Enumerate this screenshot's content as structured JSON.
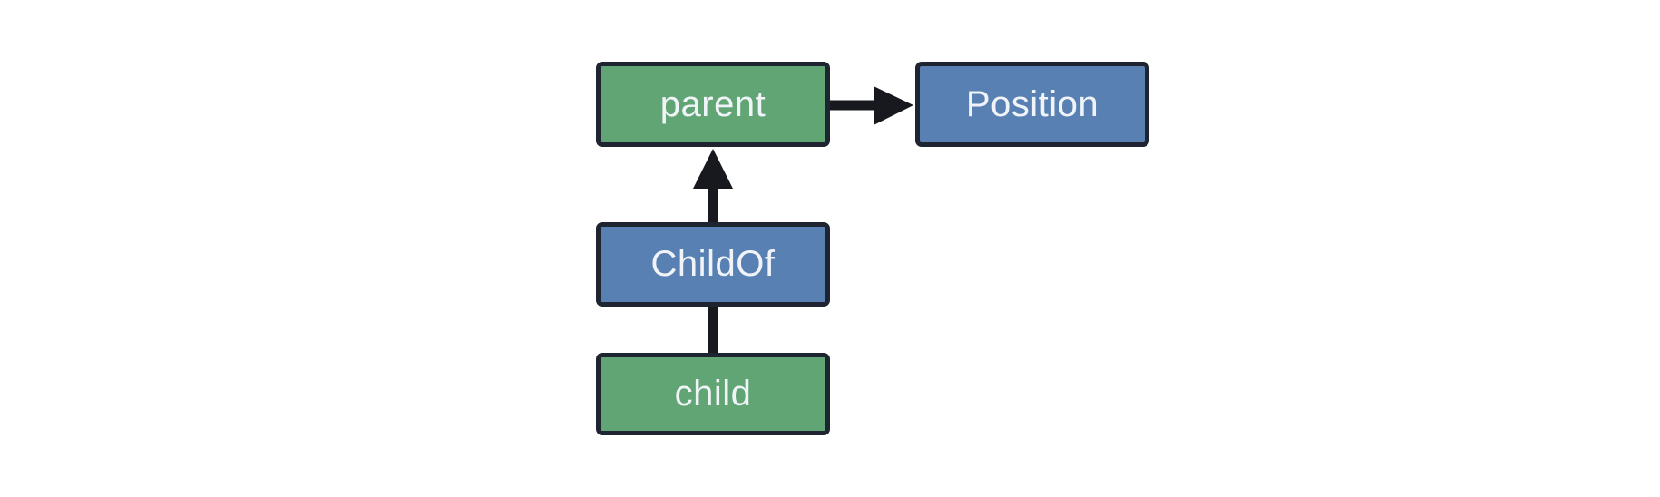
{
  "diagram": {
    "background_color": "#ffffff",
    "colors": {
      "entity_fill": "#61a574",
      "component_fill": "#5880b2",
      "node_border": "#1f2530",
      "arrow": "#17191e",
      "label_text": "#f0f4f9"
    },
    "nodes": [
      {
        "id": "parent",
        "label": "parent",
        "type": "entity"
      },
      {
        "id": "Position",
        "label": "Position",
        "type": "component"
      },
      {
        "id": "ChildOf",
        "label": "ChildOf",
        "type": "component"
      },
      {
        "id": "child",
        "label": "child",
        "type": "entity"
      }
    ],
    "edges": [
      {
        "from": "parent",
        "to": "Position",
        "arrowhead": true,
        "direction": "right"
      },
      {
        "from": "ChildOf",
        "to": "parent",
        "arrowhead": true,
        "direction": "up"
      },
      {
        "from": "child",
        "to": "ChildOf",
        "arrowhead": false,
        "direction": "up"
      }
    ]
  }
}
